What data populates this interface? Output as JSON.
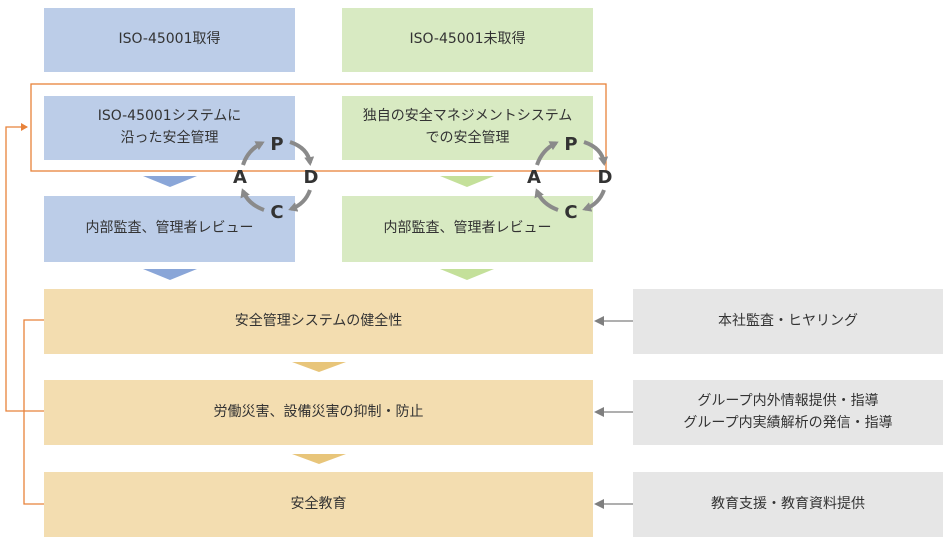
{
  "columns": {
    "iso_acquired": "ISO-45001取得",
    "iso_not_acquired": "ISO-45001未取得"
  },
  "management": {
    "iso_system": "ISO-45001システムに\n沿った安全管理",
    "own_system": "独自の安全マネジメントシステム\nでの安全管理"
  },
  "review": {
    "left": "内部監査、管理者レビュー",
    "right": "内部監査、管理者レビュー"
  },
  "pdca": {
    "p": "P",
    "d": "D",
    "c": "C",
    "a": "A"
  },
  "flow": {
    "soundness": "安全管理システムの健全性",
    "prevention": "労働災害、設備災害の抑制・防止",
    "education": "安全教育"
  },
  "support": {
    "audit": "本社監査・ヒヤリング",
    "info": "グループ内外情報提供・指導\nグループ内実績解析の発信・指導",
    "education": "教育支援・教育資料提供"
  },
  "colors": {
    "blue": "#bccde8",
    "green": "#d8eac2",
    "tan": "#f3ddb0",
    "gray": "#e6e6e6",
    "orange_line": "#e8823a",
    "arrow_gray": "#808080"
  }
}
